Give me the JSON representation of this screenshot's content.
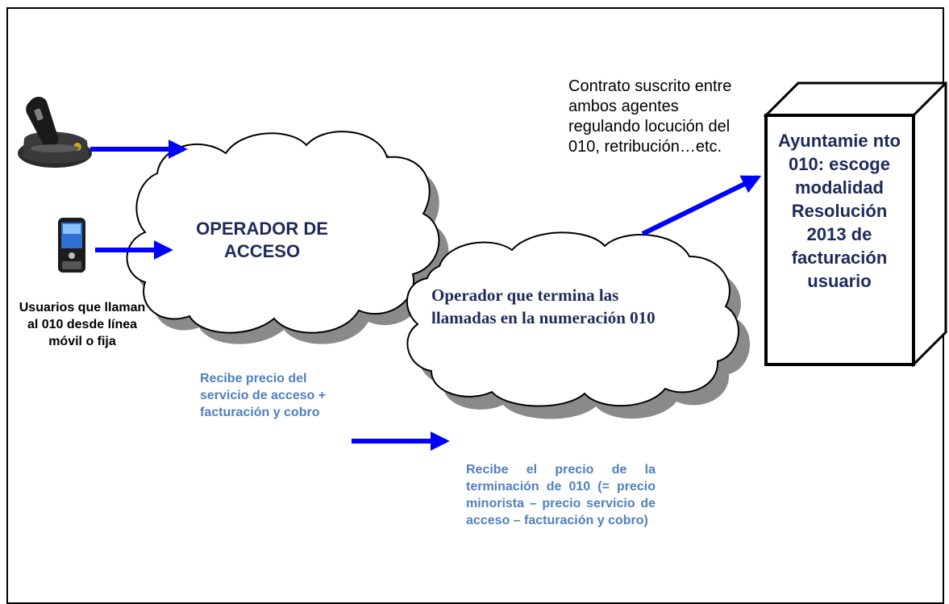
{
  "users_caption": "Usuarios que llaman al 010 desde línea móvil o fija",
  "access_operator": "OPERADOR DE ACCESO",
  "terminating_operator": "Operador que termina las llamadas en la numeración 010",
  "contract_note": "Contrato suscrito entre ambos agentes regulando locución del 010, retribución…etc.",
  "council_box": "Ayuntamie nto 010: escoge modalidad Resolución 2013 de facturación usuario",
  "access_revenue_note": "Recibe precio del servicio de acceso + facturación y cobro",
  "termination_revenue_note": "Recibe el precio de la terminación de 010 (= precio minorista – precio servicio de acceso – facturación y cobro)",
  "colors": {
    "arrow": "#0000ff",
    "note_text": "#4f81bd",
    "operator_text": "#1f2a5a",
    "cloud_shadow": "#8a8a8a"
  },
  "icons": [
    "desk-phone-icon",
    "mobile-phone-icon"
  ]
}
